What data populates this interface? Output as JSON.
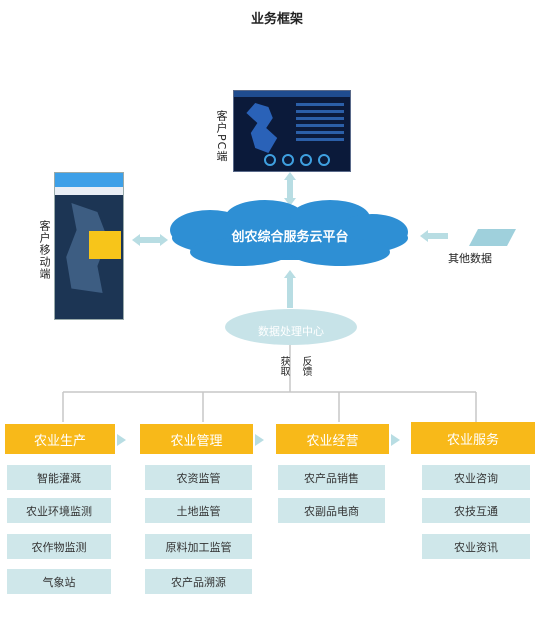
{
  "title": "业务框架",
  "pc_label": "客户PC端",
  "mobile_label": "客户移动端",
  "cloud_label": "创农综合服务云平台",
  "other_label": "其他数据",
  "center_label": "数据处理中心",
  "obtain_label": "获取",
  "feedback_label": "反馈",
  "colors": {
    "category": "#f8b919",
    "item": "#cfe7ea",
    "cloud": "#2e8fd4",
    "center": "#c7e3e8",
    "arrow": "#b8dde3"
  },
  "categories": [
    {
      "label": "农业生产",
      "items": [
        "智能灌溉",
        "农业环境监测",
        "农作物监测",
        "气象站"
      ]
    },
    {
      "label": "农业管理",
      "items": [
        "农资监管",
        "土地监管",
        "原料加工监管",
        "农产品溯源"
      ]
    },
    {
      "label": "农业经营",
      "items": [
        "农产品销售",
        "农副品电商"
      ]
    },
    {
      "label": "农业服务",
      "items": [
        "农业咨询",
        "农技互通",
        "农业资讯"
      ]
    }
  ]
}
